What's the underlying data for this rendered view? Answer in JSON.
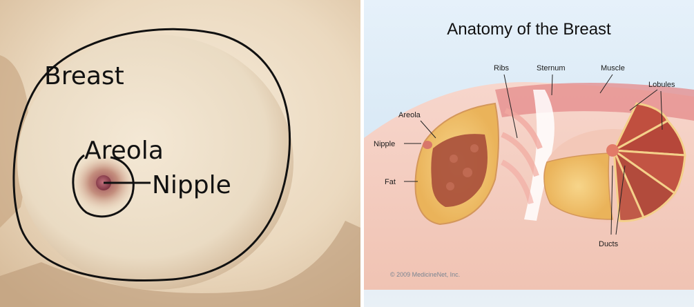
{
  "left_figure": {
    "labels": {
      "breast": "Breast",
      "areola": "Areola",
      "nipple": "Nipple"
    }
  },
  "right_figure": {
    "title": "Anatomy of the Breast",
    "labels": {
      "ribs": "Ribs",
      "sternum": "Sternum",
      "muscle": "Muscle",
      "lobules": "Lobules",
      "areola": "Areola",
      "nipple": "Nipple",
      "fat": "Fat",
      "ducts": "Ducts"
    },
    "copyright": "© 2009 MedicineNet, Inc."
  },
  "colors": {
    "skin_light": "#f3e6d1",
    "skin_shadow": "#c9ab88",
    "nipple": "#a0525e",
    "fat_yellow": "#f2c46a",
    "lobule_red": "#b24b3c",
    "sky": "#dbeaf6"
  }
}
